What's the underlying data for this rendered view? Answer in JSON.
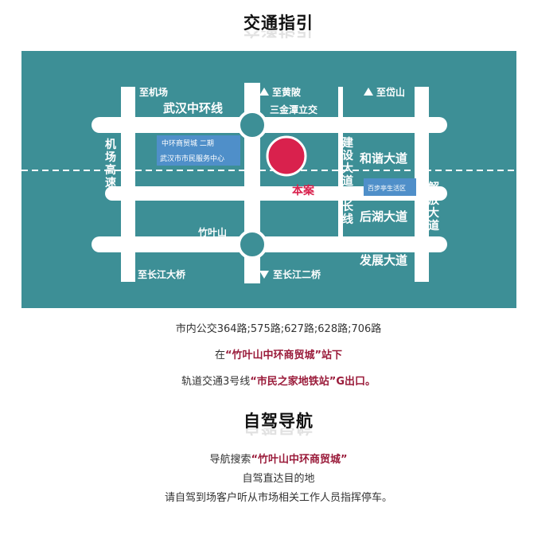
{
  "transit": {
    "title": "交通指引",
    "bus_line": "市内公交364路;575路;627路;628路;706路",
    "stop_prefix": "在",
    "stop_name": "“竹叶山中环商贸城”站下",
    "metro_prefix": "轨道交通3号线",
    "metro_name": "“市民之家地铁站”G出口。"
  },
  "map": {
    "background_color": "#3d8f96",
    "road_color": "#ffffff",
    "marker_color": "#d9214d",
    "label_color": "#ffffff",
    "labels": {
      "to_airport": "至机场",
      "to_huangpi": "至黄陂",
      "to_daishan": "至岱山",
      "to_changjiang_bridge": "至长江大桥",
      "to_changjiang_bridge2": "至长江二桥",
      "middle_ring": "武汉中环线",
      "sanjintan": "三金潭立交",
      "airport_expressway": "机场高速",
      "jianshe_ext": "建设大道延长线",
      "hexie": "和谐大道",
      "jiefang": "解放大道",
      "houhu": "后湖大道",
      "fazhan": "发展大道",
      "zhuyeshan": "竹叶山",
      "here": "本案",
      "trade_city": "中环商贸城 二期",
      "citizen_center": "武汉市市民服务中心",
      "life_zone": "百步亭生活区"
    }
  },
  "drive": {
    "title": "自驾导航",
    "search_prefix": "导航搜索",
    "search_name": "“竹叶山中环商贸城”",
    "direct": "自驾直达目的地",
    "parking": "请自驾到场客户听从市场相关工作人员指挥停车。"
  }
}
